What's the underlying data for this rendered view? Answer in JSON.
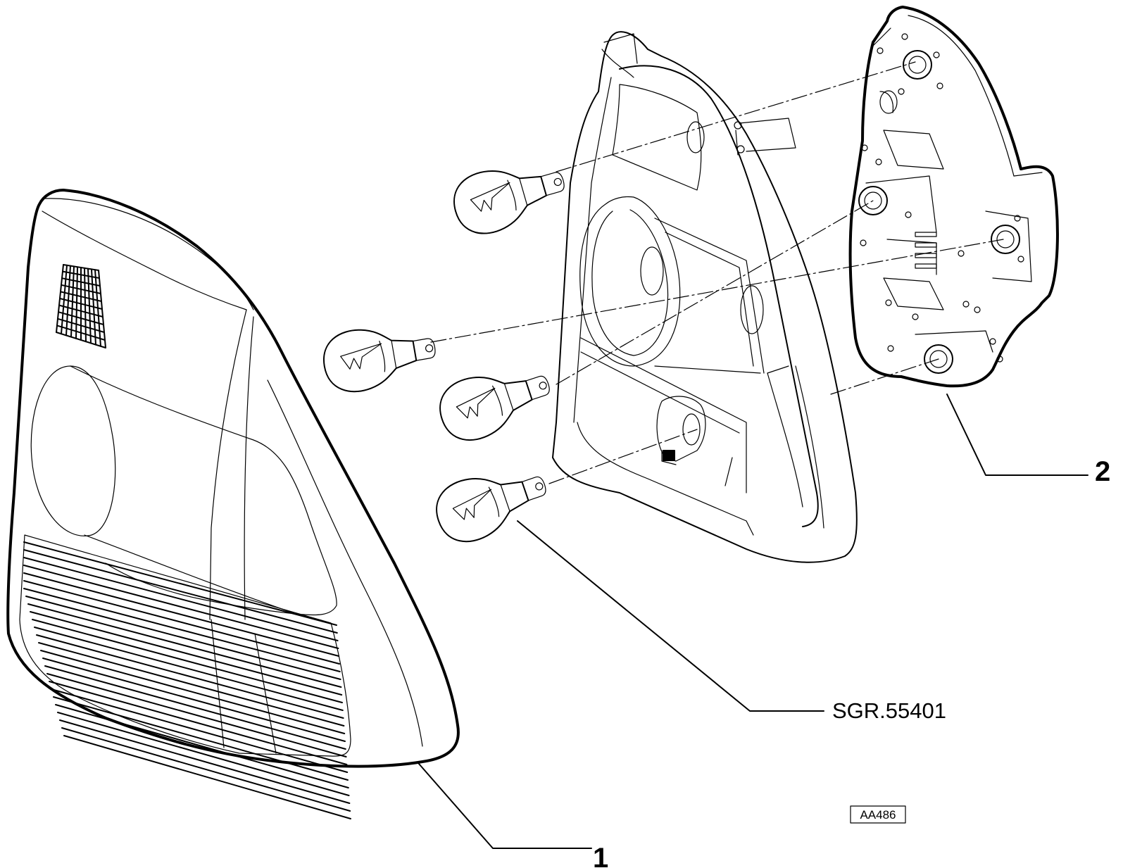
{
  "callouts": {
    "tail_light_lens": "1",
    "bulb_holder": "2",
    "bulb": "SGR.55401"
  },
  "figure_code": "AA486"
}
